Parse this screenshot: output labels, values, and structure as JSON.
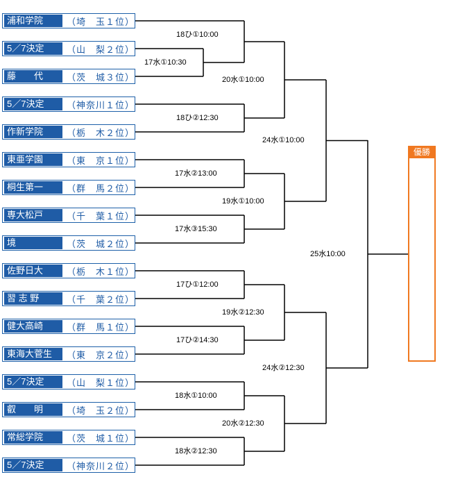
{
  "teams": [
    {
      "name": "浦和学院",
      "seed": "（埼　玉１位）"
    },
    {
      "name": "5／7決定",
      "seed": "（山　梨２位）"
    },
    {
      "name": "藤　　代",
      "seed": "（茨　城３位）"
    },
    {
      "name": "5／7決定",
      "seed": "（神奈川１位）"
    },
    {
      "name": "作新学院",
      "seed": "（栃　木２位）"
    },
    {
      "name": "東亜学園",
      "seed": "（東　京１位）"
    },
    {
      "name": "桐生第一",
      "seed": "（群　馬２位）"
    },
    {
      "name": "専大松戸",
      "seed": "（千　葉１位）"
    },
    {
      "name": "境",
      "seed": "（茨　城２位）"
    },
    {
      "name": "佐野日大",
      "seed": "（栃　木１位）"
    },
    {
      "name": "習 志 野",
      "seed": "（千　葉２位）"
    },
    {
      "name": "健大高崎",
      "seed": "（群　馬１位）"
    },
    {
      "name": "東海大菅生",
      "seed": "（東　京２位）"
    },
    {
      "name": "5／7決定",
      "seed": "（山　梨１位）"
    },
    {
      "name": "叡　　明",
      "seed": "（埼　玉２位）"
    },
    {
      "name": "常総学院",
      "seed": "（茨　城１位）"
    },
    {
      "name": "5／7決定",
      "seed": "（神奈川２位）"
    }
  ],
  "matches": [
    {
      "label": "17水①10:30"
    },
    {
      "label": "18ひ①10:00"
    },
    {
      "label": "18ひ②12:30"
    },
    {
      "label": "17水②13:00"
    },
    {
      "label": "17水③15:30"
    },
    {
      "label": "17ひ①12:00"
    },
    {
      "label": "17ひ②14:30"
    },
    {
      "label": "18水①10:00"
    },
    {
      "label": "18水②12:30"
    },
    {
      "label": "20水①10:00"
    },
    {
      "label": "19水①10:00"
    },
    {
      "label": "19水②12:30"
    },
    {
      "label": "20水②12:30"
    },
    {
      "label": "24水①10:00"
    },
    {
      "label": "24水②12:30"
    },
    {
      "label": "25水10:00"
    }
  ],
  "final": {
    "label": "優勝"
  },
  "colors": {
    "team_fill": "#1f5ca6",
    "team_border": "#1c5fa8",
    "final_accent": "#f07820",
    "lines": "#000000"
  }
}
